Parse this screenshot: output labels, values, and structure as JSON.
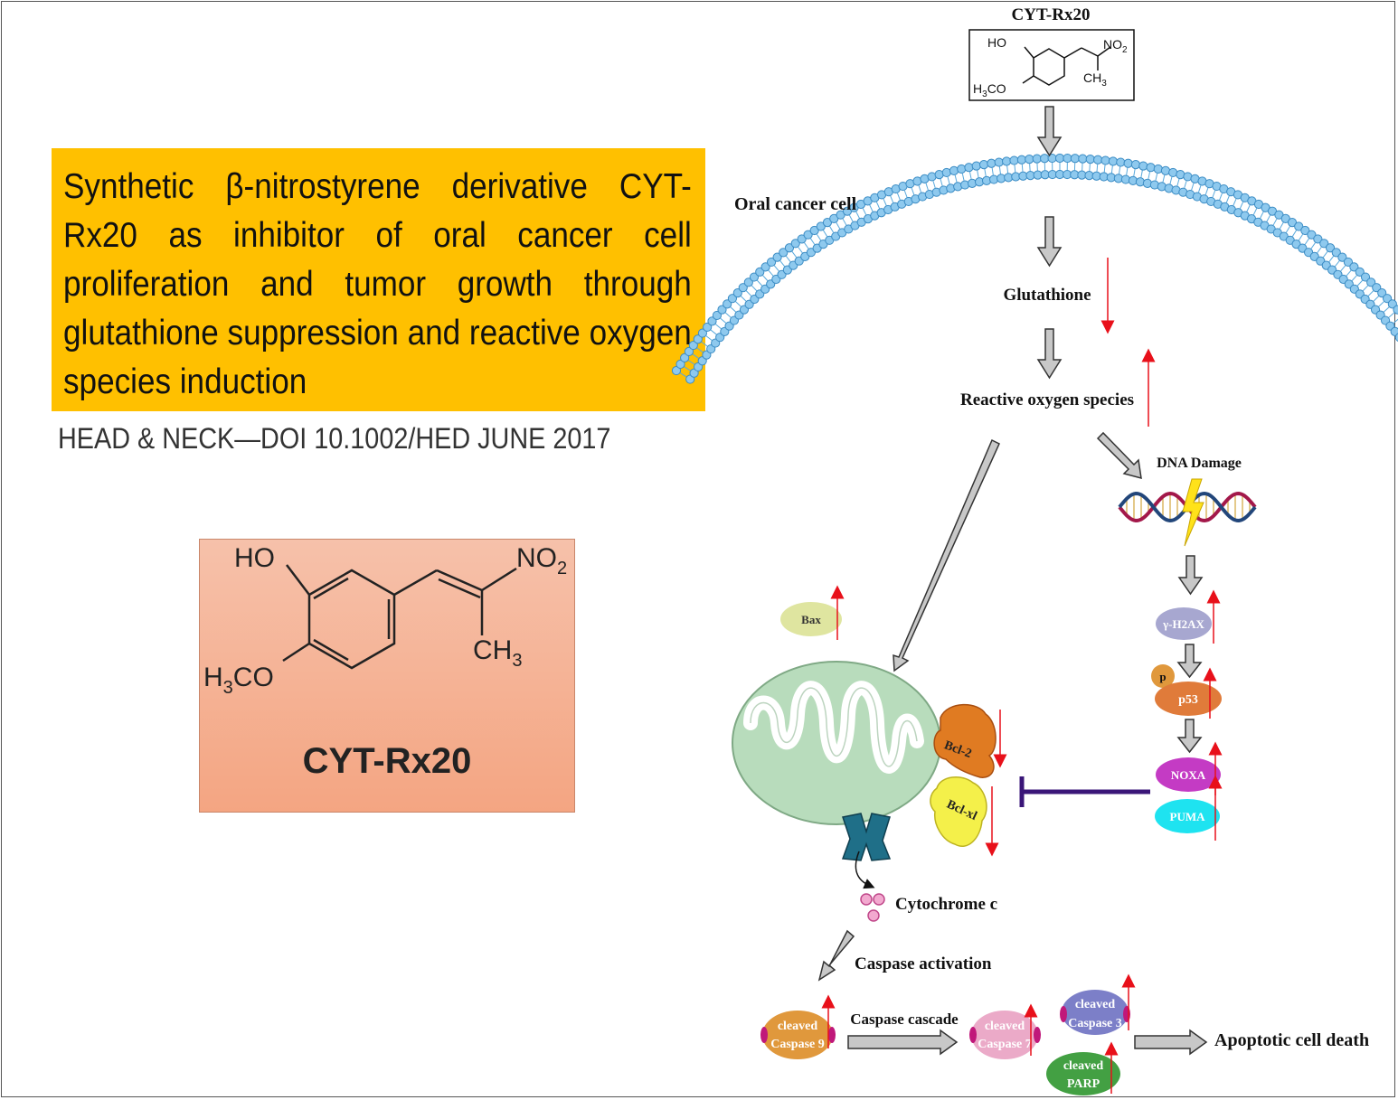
{
  "title": "Synthetic β-nitrostyrene derivative CYT-Rx20 as inhibitor of oral cancer cell proliferation and tumor growth through glutathione suppression and reactive oxygen species induction",
  "citation": "HEAD & NECK—DOI 10.1002/HED JUNE 2017",
  "compound_label": "CYT-Rx20",
  "structure": {
    "ho": "HO",
    "no2": "NO",
    "no2_sub": "2",
    "ch3": "CH",
    "ch3_sub": "3",
    "h3co_h": "H",
    "h3co_sub": "3",
    "h3co_co": "CO"
  },
  "diagram": {
    "compound_top": "CYT-Rx20",
    "cell_label": "Oral cancer cell",
    "glutathione": "Glutathione",
    "ros": "Reactive oxygen species",
    "dna_damage": "DNA Damage",
    "bax": "Bax",
    "h2ax": "γ-H2AX",
    "p": "p",
    "p53": "p53",
    "noxa": "NOXA",
    "puma": "PUMA",
    "bcl2": "Bcl-2",
    "bclxl": "Bcl-xl",
    "cytochrome": "Cytochrome c",
    "caspase_activation": "Caspase activation",
    "caspase_cascade": "Caspase cascade",
    "cleaved": "cleaved",
    "caspase9": "Caspase 9",
    "caspase7": "Caspase 7",
    "caspase3": "Caspase 3",
    "parp": "PARP",
    "apoptosis": "Apoptotic cell death"
  },
  "colors": {
    "title_bg": "#ffc000",
    "membrane": "#5aa9dc",
    "mito": "#b8dcbc",
    "bcl2": "#e07b22",
    "bclxl": "#f4f04a",
    "up_arrow": "#e8101a",
    "inhibit": "#3a1678",
    "bax": "#dfe5a0",
    "h2ax": "#a7a7d0",
    "p53": "#e07b3a",
    "noxa": "#c43bc4",
    "puma": "#1ee3f0",
    "casp9": "#e0983c",
    "casp7": "#ebaac8",
    "casp3": "#7c7fc8",
    "parp": "#43a043"
  }
}
